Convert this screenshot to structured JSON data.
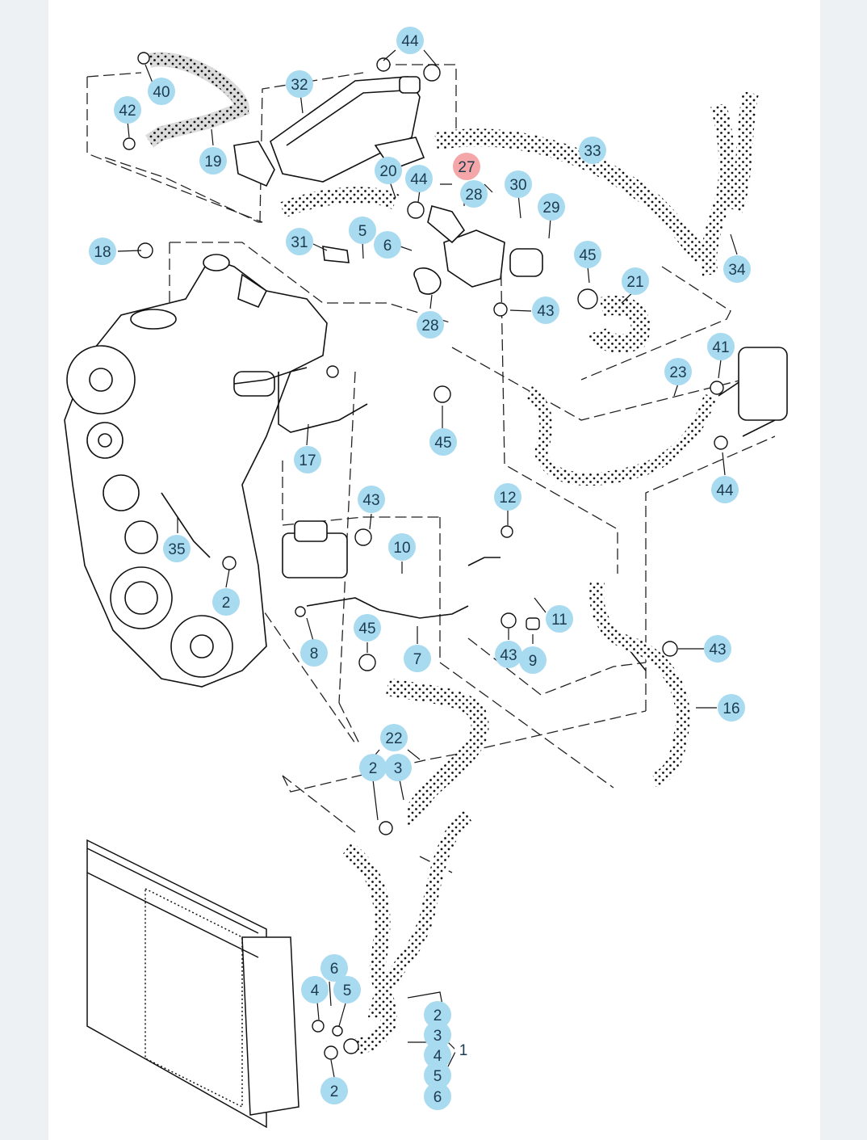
{
  "colors": {
    "callout_fill": "#a8daf0",
    "callout_highlight": "#f4a6a8",
    "line": "#1a1a1a",
    "page_frame": "#eef1f3"
  },
  "callouts": [
    {
      "label": "44"
    },
    {
      "label": "40"
    },
    {
      "label": "42"
    },
    {
      "label": "32"
    },
    {
      "label": "19"
    },
    {
      "label": "20"
    },
    {
      "label": "44"
    },
    {
      "label": "27",
      "highlighted": true
    },
    {
      "label": "28"
    },
    {
      "label": "30"
    },
    {
      "label": "33"
    },
    {
      "label": "29"
    },
    {
      "label": "18"
    },
    {
      "label": "31"
    },
    {
      "label": "5"
    },
    {
      "label": "6"
    },
    {
      "label": "45"
    },
    {
      "label": "34"
    },
    {
      "label": "21"
    },
    {
      "label": "28"
    },
    {
      "label": "43"
    },
    {
      "label": "41"
    },
    {
      "label": "23"
    },
    {
      "label": "45"
    },
    {
      "label": "17"
    },
    {
      "label": "44"
    },
    {
      "label": "43"
    },
    {
      "label": "12"
    },
    {
      "label": "35"
    },
    {
      "label": "10"
    },
    {
      "label": "2"
    },
    {
      "label": "11"
    },
    {
      "label": "8"
    },
    {
      "label": "45"
    },
    {
      "label": "7"
    },
    {
      "label": "43"
    },
    {
      "label": "9"
    },
    {
      "label": "43"
    },
    {
      "label": "16"
    },
    {
      "label": "22"
    },
    {
      "label": "2"
    },
    {
      "label": "3"
    },
    {
      "label": "6"
    },
    {
      "label": "4"
    },
    {
      "label": "5"
    },
    {
      "label": "2"
    },
    {
      "label": "3"
    },
    {
      "label": "1"
    },
    {
      "label": "4"
    },
    {
      "label": "2"
    },
    {
      "label": "5"
    },
    {
      "label": "6"
    }
  ]
}
